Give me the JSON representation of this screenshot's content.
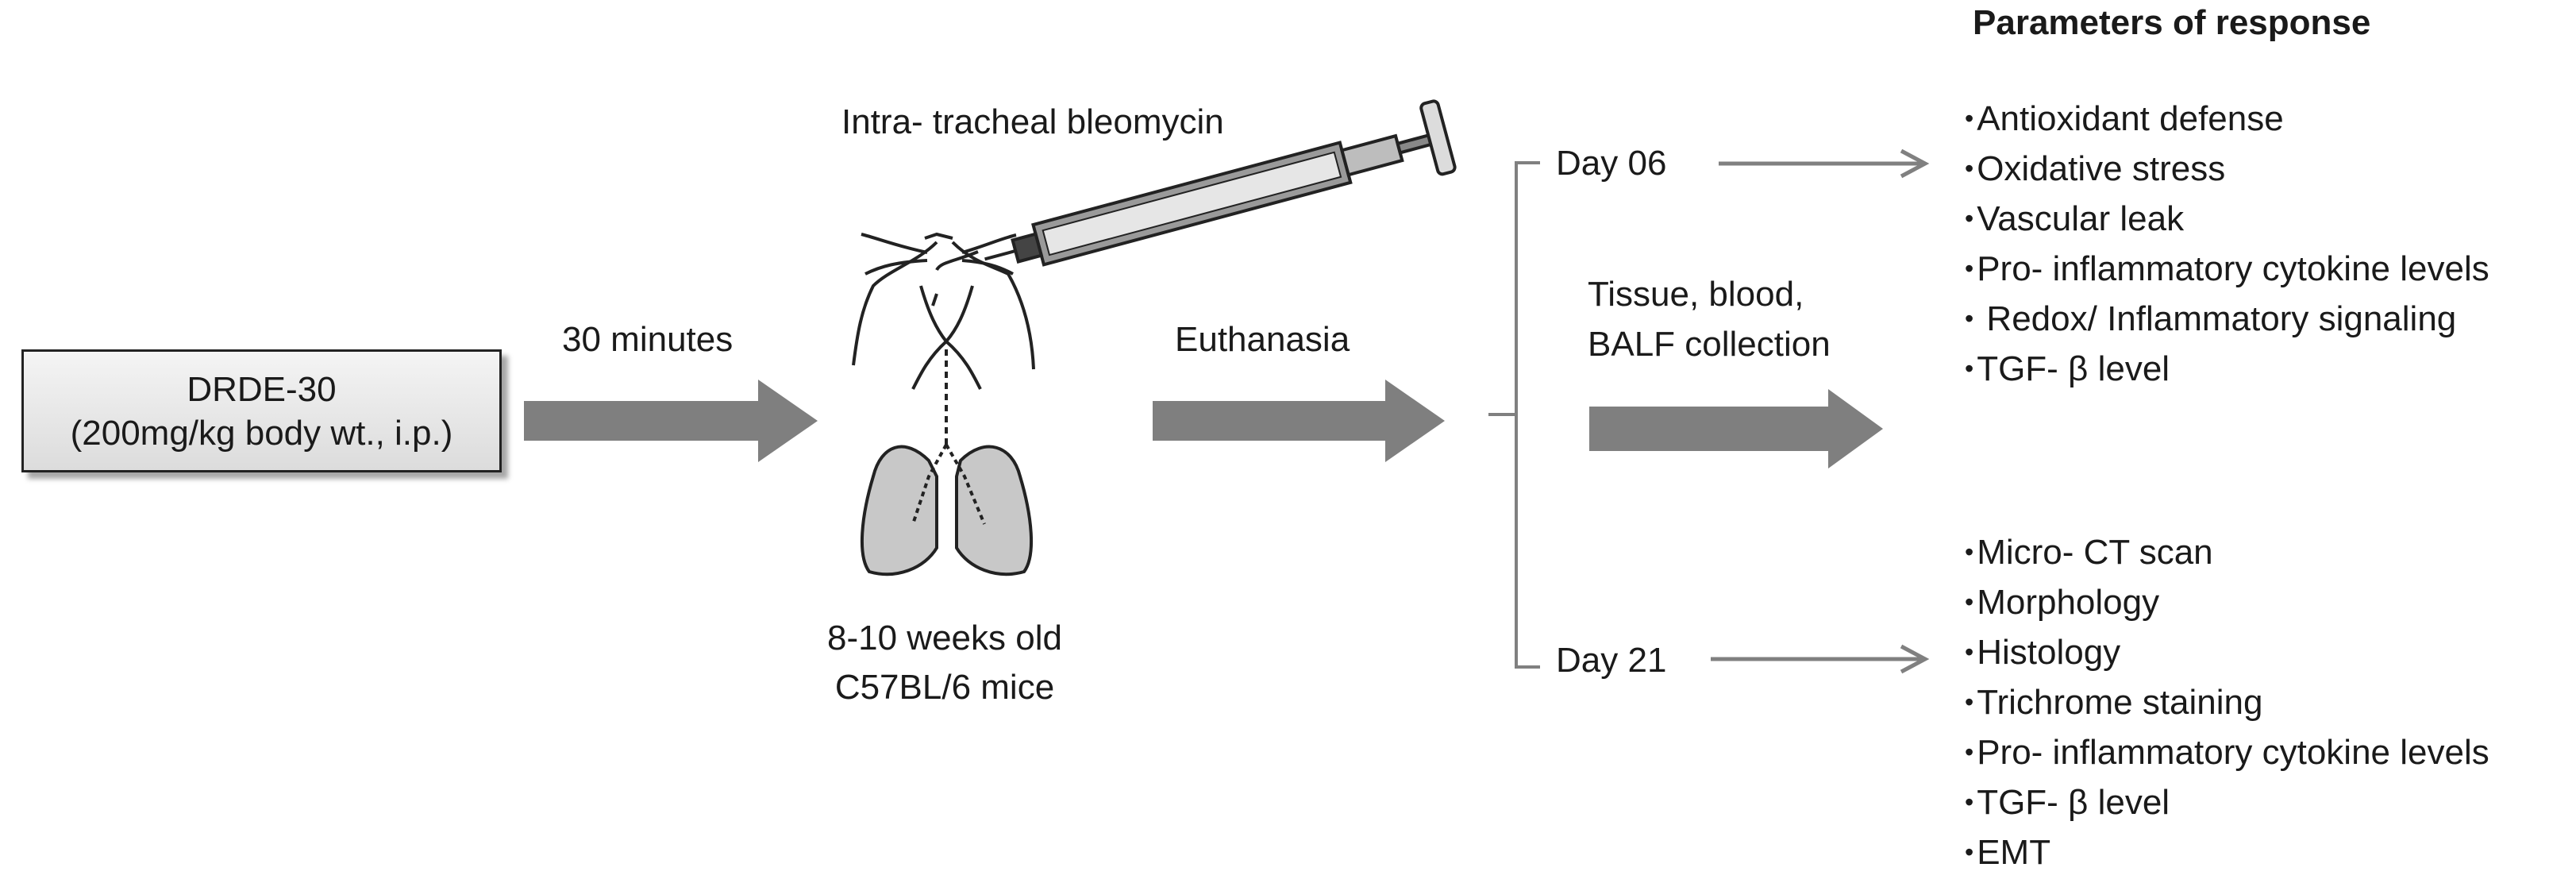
{
  "drug_box": {
    "line1": "DRDE-30",
    "line2": "(200mg/kg body wt., i.p.)"
  },
  "steps": {
    "pretreatment_interval": "30 minutes",
    "challenge": "Intra- tracheal bleomycin",
    "euthanasia": "Euthanasia",
    "collection_line1": "Tissue, blood,",
    "collection_line2": "BALF collection"
  },
  "mice": {
    "line1": "8-10 weeks old",
    "line2": "C57BL/6 mice"
  },
  "timepoints": {
    "early": "Day 06",
    "late": "Day 21"
  },
  "parameters": {
    "heading": "Parameters of response",
    "day06": [
      "Antioxidant defense",
      "Oxidative stress",
      "Vascular leak",
      "Pro- inflammatory cytokine levels",
      " Redox/ Inflammatory signaling",
      "TGF- β level"
    ],
    "day21": [
      "Micro- CT scan",
      "Morphology",
      "Histology",
      "Trichrome staining",
      "Pro- inflammatory cytokine levels",
      "TGF- β level",
      "EMT"
    ]
  },
  "colors": {
    "arrow": "#7f7f7f",
    "line": "#808080",
    "lung_fill": "#c8c8c8",
    "box_border": "#222222"
  },
  "icons": [
    "syringe-icon",
    "mouse-lungs-icon"
  ]
}
